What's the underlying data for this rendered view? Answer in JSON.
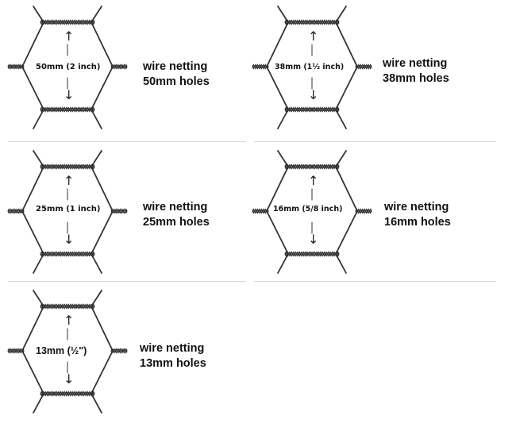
{
  "panels": [
    {
      "dimension": "50mm (2 inch)",
      "caption_line1": "wire netting",
      "caption_line2": "50mm holes"
    },
    {
      "dimension": "38mm (1½ inch)",
      "caption_line1": "wire netting",
      "caption_line2": "38mm holes"
    },
    {
      "dimension": "25mm (1 inch)",
      "caption_line1": "wire netting",
      "caption_line2": "25mm holes"
    },
    {
      "dimension": "16mm (5/8 inch)",
      "caption_line1": "wire netting",
      "caption_line2": "16mm holes"
    },
    {
      "dimension": "13mm (½\")",
      "caption_line1": "wire netting",
      "caption_line2": "13mm holes"
    }
  ],
  "icons": {
    "arrow_up": "↑",
    "arrow_down": "↓"
  }
}
